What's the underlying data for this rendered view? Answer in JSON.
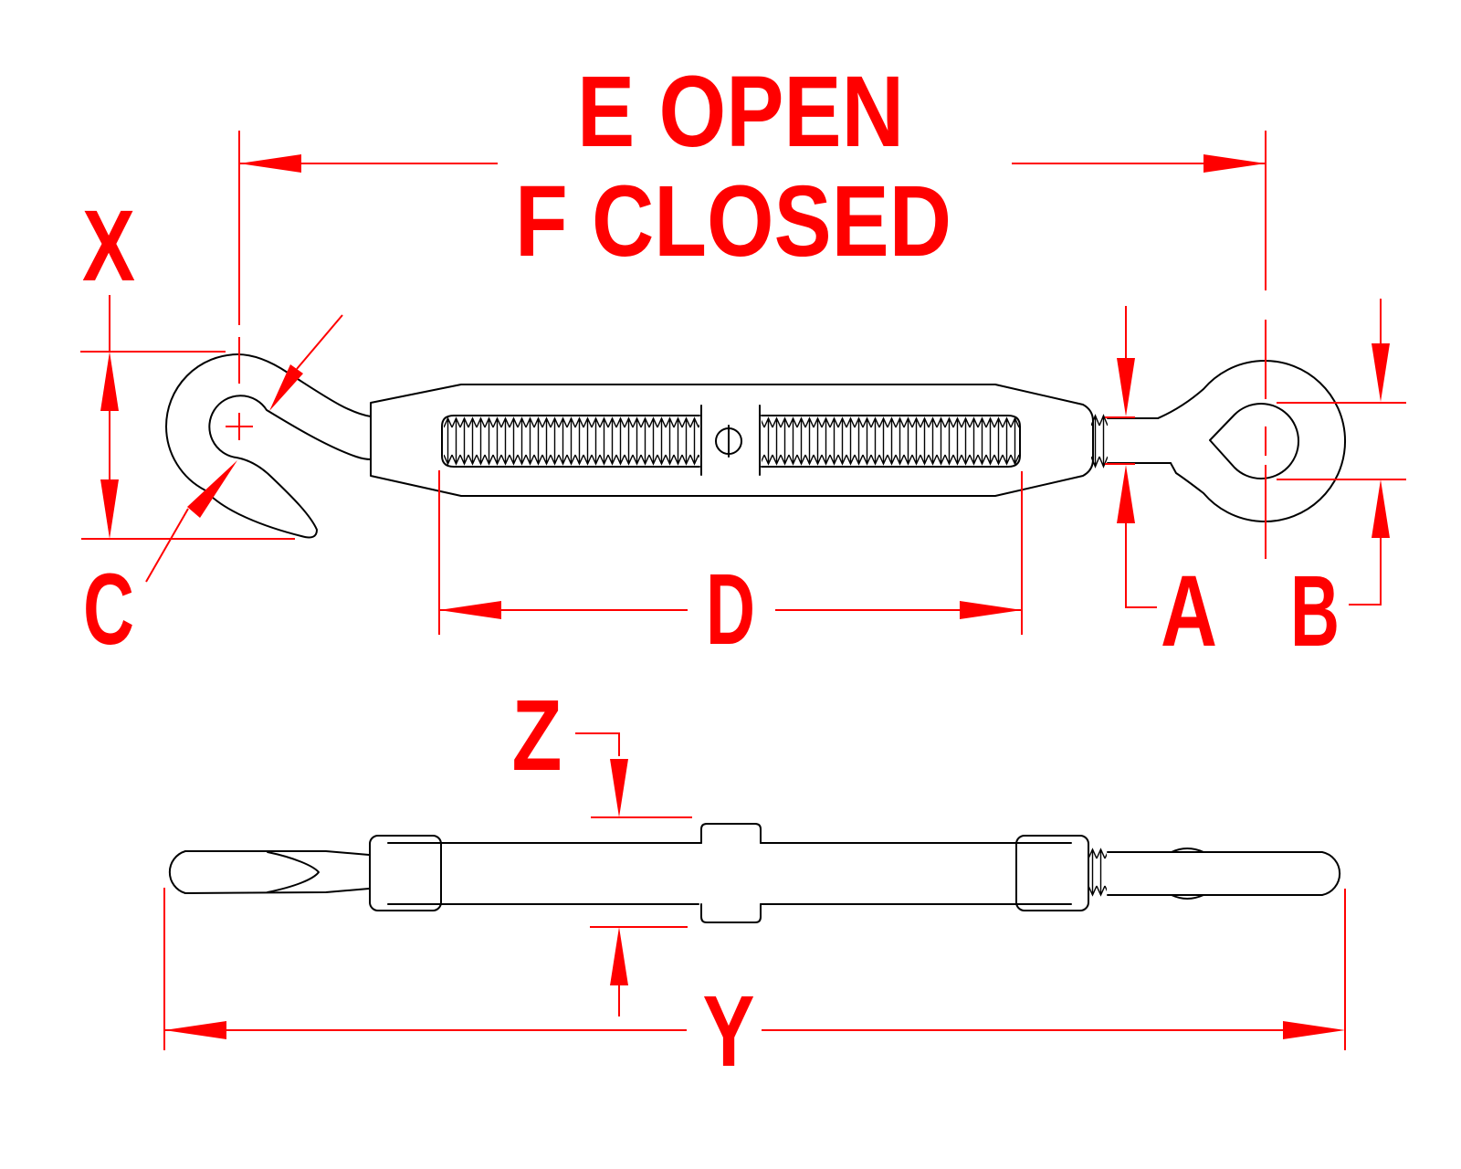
{
  "drawing": {
    "kind": "turnbuckle hook and eye dimensional diagram",
    "views": [
      "side view",
      "edge view"
    ]
  },
  "labels": {
    "open_length": "E OPEN",
    "closed_length": "F CLOSED",
    "hook_height": "X",
    "hook_opening": "C",
    "body_length": "D",
    "shank_diameter": "A",
    "eye_inner_diameter": "B",
    "boss_height": "Z",
    "overall_length": "Y"
  },
  "colors": {
    "dimension_red": "#ff0000",
    "line_black": "#000000",
    "background": "#ffffff"
  }
}
